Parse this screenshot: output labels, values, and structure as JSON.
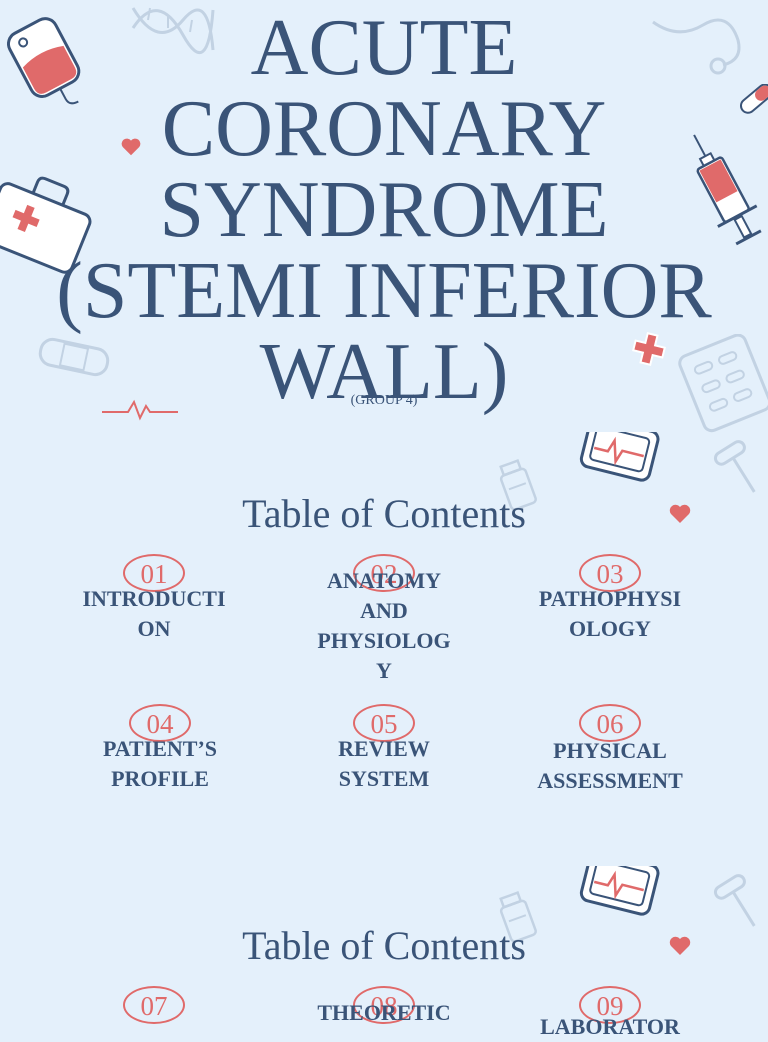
{
  "title_lines": [
    "ACUTE",
    "CORONARY",
    "SYNDROME",
    "(STEMI INFERIOR",
    "WALL)"
  ],
  "subtitle": "(GROUP 4)",
  "toc_sections": [
    {
      "heading": "Table of Contents",
      "items": [
        {
          "num": "01",
          "lines": [
            "INTRODUCTI",
            "ON"
          ]
        },
        {
          "num": "02",
          "lines": [
            "ANATOMY",
            "AND",
            "PHYSIOLOG",
            "Y"
          ]
        },
        {
          "num": "03",
          "lines": [
            "PATHOPHYSI",
            "OLOGY"
          ]
        },
        {
          "num": "04",
          "lines": [
            "PATIENT’S",
            "PROFILE"
          ]
        },
        {
          "num": "05",
          "lines": [
            "REVIEW",
            "SYSTEM"
          ]
        },
        {
          "num": "06",
          "lines": [
            "PHYSICAL",
            "ASSESSMENT"
          ]
        }
      ]
    },
    {
      "heading": "Table of Contents",
      "items": [
        {
          "num": "07",
          "lines": [
            ""
          ]
        },
        {
          "num": "08",
          "lines": [
            "THEORETIC"
          ]
        },
        {
          "num": "09",
          "lines": [
            "LABORATOR"
          ]
        }
      ]
    }
  ],
  "colors": {
    "text": "#3a5478",
    "accent": "#e06a6a",
    "background": "#e4f0fb"
  }
}
